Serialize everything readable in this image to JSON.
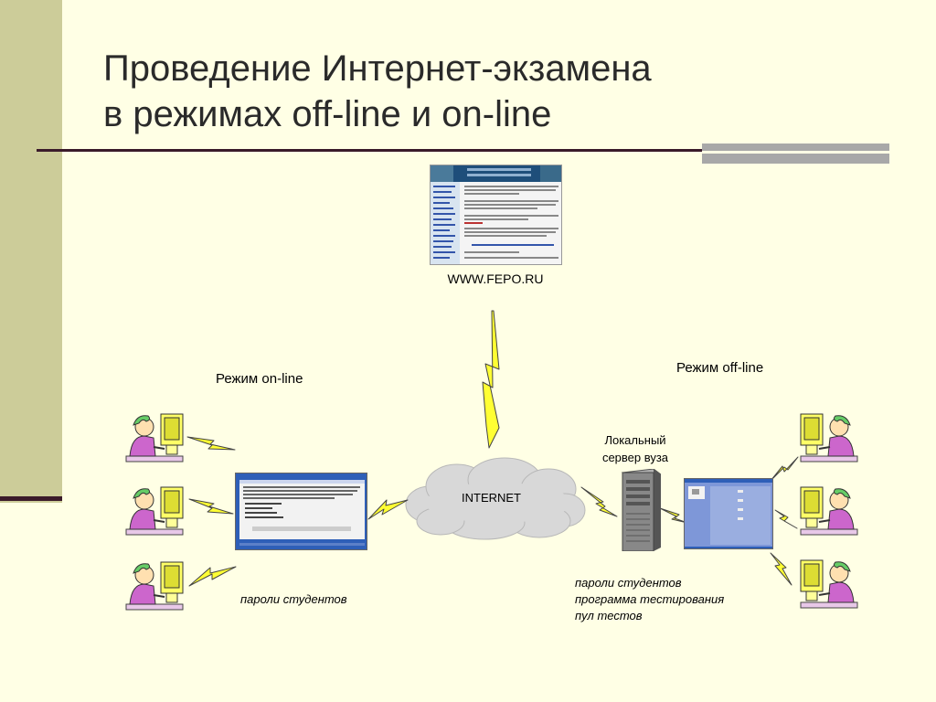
{
  "title": {
    "line1": "Проведение Интернет-экзамена",
    "line2": "в режимах off-line и on-line"
  },
  "server_site": {
    "label": "WWW.FEPO.RU"
  },
  "online": {
    "mode_label": "Режим on-line",
    "caption": "пароли студентов"
  },
  "offline": {
    "mode_label": "Режим off-line",
    "server_label_line1": "Локальный",
    "server_label_line2": "сервер вуза",
    "caption_line1": "пароли студентов",
    "caption_line2": "программа тестирования",
    "caption_line3": "пул тестов"
  },
  "internet": {
    "label": "INTERNET"
  },
  "colors": {
    "background": "#FFFFE5",
    "sidebar": "#CCCC99",
    "accent_line": "#3A1A2A",
    "lightning": "#FFFF33",
    "cloud": "#D8D8D8",
    "screen_blue": "#2E5FB8",
    "person_shirt": "#CC66CC",
    "person_hair": "#66CC66",
    "monitor": "#FFFF66"
  },
  "icons": {
    "person_at_computer": "person-at-computer-icon",
    "server": "server-tower-icon",
    "cloud": "cloud-icon",
    "lightning": "lightning-bolt-icon"
  }
}
